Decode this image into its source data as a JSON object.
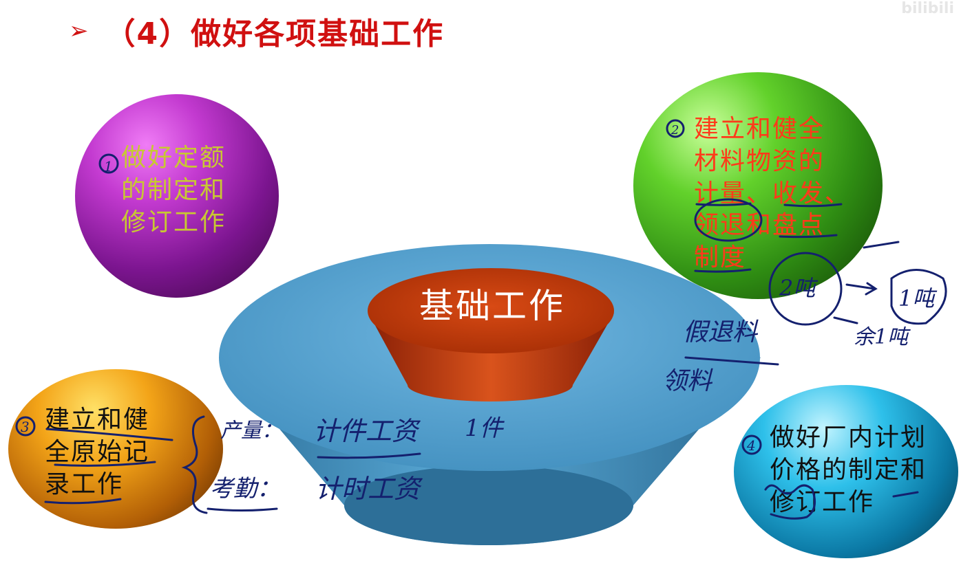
{
  "title": {
    "bullet": "➢",
    "text": "（4）做好各项基础工作"
  },
  "watermark": "bilibili",
  "center": {
    "label": "基础工作"
  },
  "items": [
    {
      "text": "做好定额\n的制定和\n修订工作"
    },
    {
      "text": "建立和健全\n材料物资的\n计量、收发、\n领退和盘点\n制度"
    },
    {
      "text": "建立和健\n全原始记\n录工作"
    },
    {
      "text": "做好厂内计划\n价格的制定和\n修订工作"
    }
  ],
  "handwriting": {
    "markers": [
      "1",
      "2",
      "3",
      "4"
    ],
    "left_notes": [
      "产量：",
      "计件工资",
      "1件",
      "考勤：",
      "计时工资"
    ],
    "right_notes": [
      "假退料",
      "领料",
      "2吨",
      "1吨",
      "余1吨"
    ]
  },
  "colors": {
    "title": "#d01010",
    "sphere_purple": "#9b27b0",
    "sphere_green": "#3fb01b",
    "sphere_orange": "#e58f12",
    "sphere_cyan": "#1499c8",
    "bowl": "#4a9dcd",
    "core": "#c8380c",
    "ink": "#14206e"
  }
}
